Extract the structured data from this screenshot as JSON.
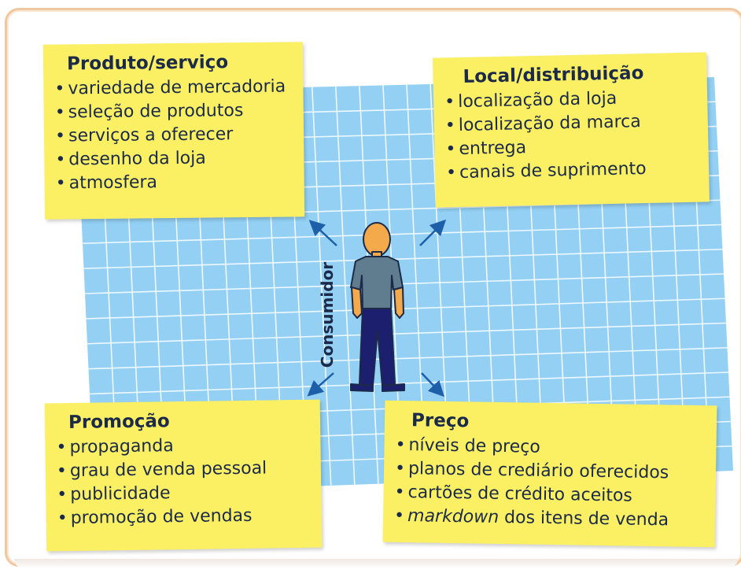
{
  "consumer_label": "Consumidor",
  "colors": {
    "grid_fill": "#93d0f4",
    "grid_line": "#ffffff",
    "note_fill": "#fbf063",
    "text": "#1c2a4a",
    "arrow": "#1d5fa8",
    "skin": "#f4a94a",
    "shirt": "#5f7d8e",
    "pants": "#1c1e6e",
    "frame_border": "#f1c79f"
  },
  "notes": {
    "produto": {
      "title": "Produto/serviço",
      "items": [
        "variedade de mercadoria",
        "seleção de produtos",
        "serviços a oferecer",
        "desenho da loja",
        "atmosfera"
      ]
    },
    "local": {
      "title": "Local/distribuição",
      "items": [
        "localização da loja",
        "localização da marca",
        "entrega",
        "canais de suprimento"
      ]
    },
    "promocao": {
      "title": "Promoção",
      "items": [
        "propaganda",
        "grau de venda pessoal",
        "publicidade",
        "promoção de vendas"
      ]
    },
    "preco": {
      "title": "Preço",
      "items": [
        "níveis de preço",
        "planos de crediário oferecidos",
        "cartões de crédito aceitos"
      ],
      "last_item_italic": "markdown",
      "last_item_rest": " dos itens de venda"
    }
  }
}
